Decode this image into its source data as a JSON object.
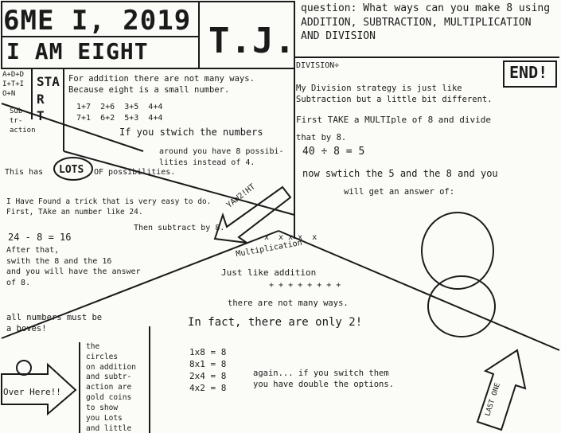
{
  "header": {
    "class_year": "6ME I, 2019",
    "age": "I AM EIGHT",
    "initials": "T.J.",
    "question": "question: What ways can you make 8 using ADDITION, SUBTRACTION, MULTIPLICATION AND DIVISION"
  },
  "corner_tl": "A+D+D\nI+T+I\nO+N",
  "start": "STA\nR\nT",
  "addition": {
    "text": "For addition there are not many ways.\nBecause eight is a small number.",
    "sums": "1+7  2+6  3+5  4+4\n7+1  6+2  5+3  4+4",
    "switch": "If you stwich the numbers",
    "around": "around you have 8 possibi-\nlities instead of 4."
  },
  "subtraction": {
    "label": "Sub-\ntr-\naction",
    "lots": "This has",
    "lot_word": "LOTS",
    "lots_rest": "OF possibilities.",
    "trick": "I Have Found a trick that is very easy to do.\nFirst, TAke an number like 24.",
    "then": "Then subtract by 8.",
    "eq": "24 - 8 = 16",
    "after": "After that,\nswith the 8 and the 16\nand you will have the answer\nof 8.",
    "rule": "all numbers must be\na boves!"
  },
  "yaw_arrow": "YAW2!HT",
  "division": {
    "label": "DIVISION÷",
    "text": "My Division strategy is just like\nSubtraction but a little bit different.",
    "first": "First TAKE a MULTIple of 8 and divide",
    "by": "that by 8.",
    "eq": "40 ÷ 8 = 5",
    "now": "now swtich the 5 and the 8 and you",
    "will": "will get an answer of:",
    "end": "END!"
  },
  "multiplication": {
    "label": "Multiplication",
    "x_marks": "x  x x x  x",
    "just": "Just like addition",
    "plus": "+ + + + + + + +",
    "few": "there are not many ways.",
    "only": "In fact, there are only 2!",
    "eqs": "1x8 = 8\n8x1 = 8\n2x4 = 8\n4x2 = 8",
    "again": "again... if you switch them\nyou have double the options."
  },
  "circles_note": "the\ncircles\non addition\nand subtr-\naction are\ngold coins\nto show\nyou Lots\nand little",
  "over_here": "Over Here!!",
  "last_one": "LAST ONE"
}
